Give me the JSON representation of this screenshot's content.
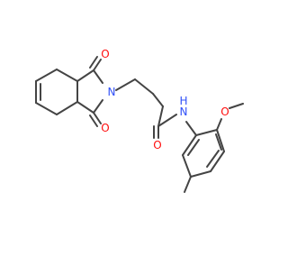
{
  "molecule": {
    "atoms": {
      "o_top": "O",
      "o_bottom": "O",
      "n_imide": "N",
      "o_amide": "O",
      "nh_amide": "N",
      "h_amide": "H",
      "o_methoxy": "O"
    },
    "colors": {
      "bond": "#444444",
      "oxygen": "#ff0d0d",
      "nitrogen": "#3050f8"
    }
  }
}
